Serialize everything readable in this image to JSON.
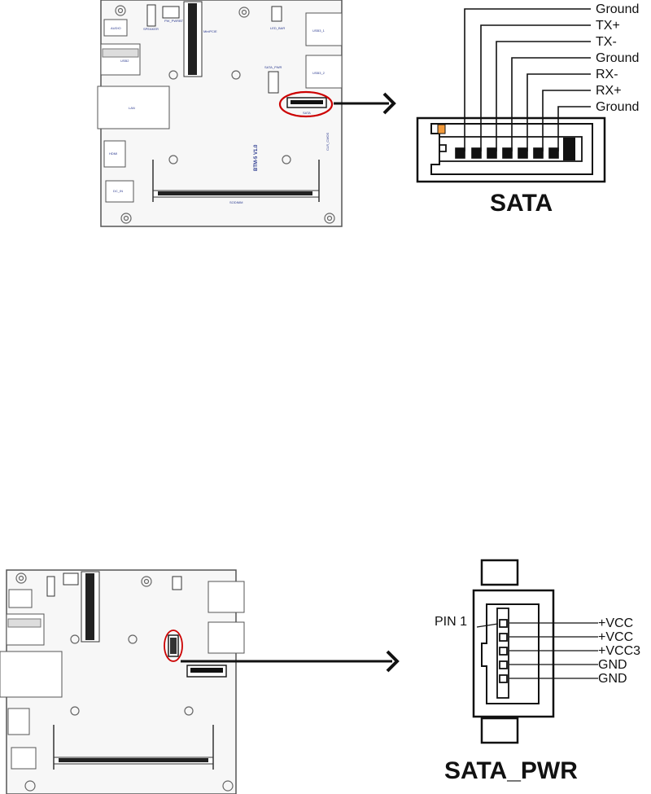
{
  "sata_diagram": {
    "board_labels": {
      "audio": "AUDIO",
      "usb2": "USB2",
      "lan": "LAN",
      "hdmi": "HDMI",
      "dc_in": "DC_IN",
      "speaker": "SPEAKER",
      "pwr_btn": "PW_PWRBT",
      "mpcie": "MiniPCIE",
      "led_bar": "LED_BAR",
      "sata_pwr": "SATA_PWR",
      "sata": "SATA",
      "usb3_1": "USB3_1",
      "usb3_2": "USB3_2",
      "clr_cmos": "CLR_CMOS",
      "sodimm": "SODIMM",
      "board_name": "BTM-5  V1.0"
    },
    "pins": [
      "Ground",
      "TX+",
      "TX-",
      "Ground",
      "RX-",
      "RX+",
      "Ground"
    ],
    "title": "SATA"
  },
  "sata_pwr_diagram": {
    "pin1_label": "PIN 1",
    "pins": [
      "+VCC",
      "+VCC",
      "+VCC3",
      "GND",
      "GND"
    ],
    "title": "SATA_PWR"
  }
}
